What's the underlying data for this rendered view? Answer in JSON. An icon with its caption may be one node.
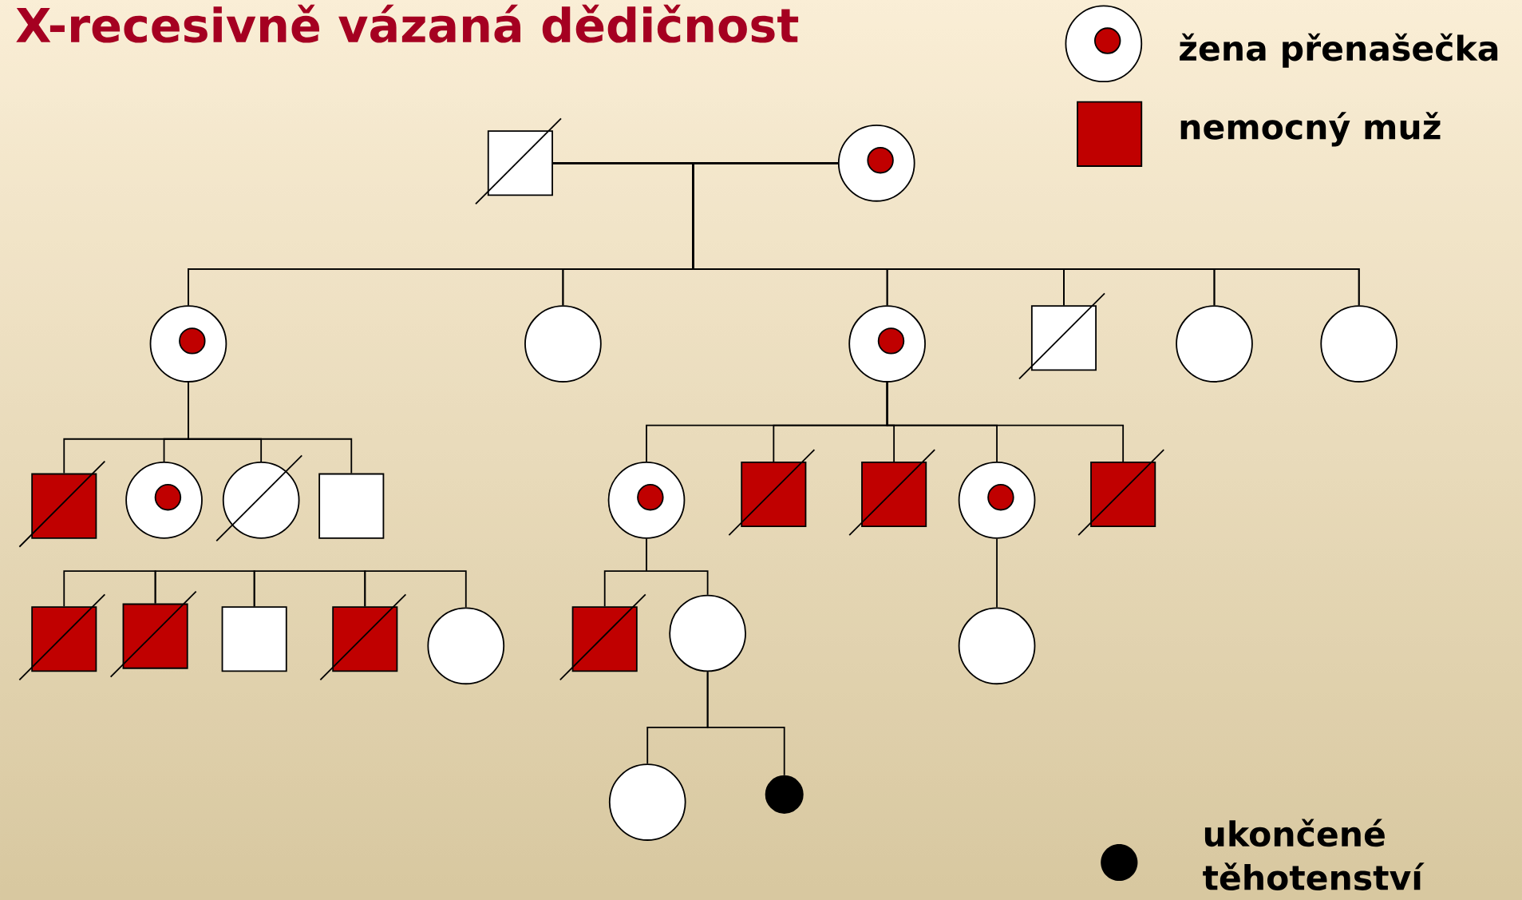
{
  "diagram": {
    "title": "X-recesivně vázaná dědičnost",
    "nodes": [
      {
        "text": [],
        "shape": "square"
      },
      {
        "text": [],
        "shape": "circle"
      },
      {
        "text": [],
        "shape": "circle"
      },
      {
        "text": [],
        "shape": "circle"
      },
      {
        "text": [],
        "shape": "circle"
      },
      {
        "text": [],
        "shape": "square"
      },
      {
        "text": [],
        "shape": "circle"
      },
      {
        "text": [],
        "shape": "circle"
      },
      {
        "text": [],
        "shape": "square"
      },
      {
        "text": [],
        "shape": "circle"
      },
      {
        "text": [],
        "shape": "circle"
      },
      {
        "text": [],
        "shape": "square"
      },
      {
        "text": [],
        "shape": "circle"
      },
      {
        "text": [],
        "shape": "square"
      },
      {
        "text": [],
        "shape": "square"
      },
      {
        "text": [],
        "shape": "circle"
      },
      {
        "text": [],
        "shape": "square"
      },
      {
        "text": [],
        "shape": "square"
      },
      {
        "text": [],
        "shape": "square"
      },
      {
        "text": [],
        "shape": "square"
      },
      {
        "text": [],
        "shape": "square"
      },
      {
        "text": [],
        "shape": "circle"
      },
      {
        "text": [],
        "shape": "square"
      },
      {
        "text": [],
        "shape": "circle"
      },
      {
        "text": [],
        "shape": "circle"
      },
      {
        "text": [],
        "shape": "circle"
      },
      {
        "text": [],
        "shape": "dot"
      }
    ],
    "edges": [
      {
        "from": 0,
        "to": 1,
        "arrow": "none"
      },
      {
        "from": 0,
        "to": 2,
        "arrow": "none"
      },
      {
        "from": 0,
        "to": 3,
        "arrow": "none"
      },
      {
        "from": 0,
        "to": 4,
        "arrow": "none"
      },
      {
        "from": 0,
        "to": 5,
        "arrow": "none"
      },
      {
        "from": 0,
        "to": 6,
        "arrow": "none"
      },
      {
        "from": 0,
        "to": 7,
        "arrow": "none"
      },
      {
        "from": 1,
        "to": 2,
        "arrow": "none"
      },
      {
        "from": 1,
        "to": 3,
        "arrow": "none"
      },
      {
        "from": 1,
        "to": 4,
        "arrow": "none"
      },
      {
        "from": 1,
        "to": 5,
        "arrow": "none"
      },
      {
        "from": 1,
        "to": 6,
        "arrow": "none"
      },
      {
        "from": 1,
        "to": 7,
        "arrow": "none"
      },
      {
        "from": 2,
        "to": 8,
        "arrow": "none"
      },
      {
        "from": 2,
        "to": 9,
        "arrow": "none"
      },
      {
        "from": 2,
        "to": 10,
        "arrow": "none"
      },
      {
        "from": 2,
        "to": 11,
        "arrow": "none"
      },
      {
        "from": 4,
        "to": 12,
        "arrow": "none"
      },
      {
        "from": 4,
        "to": 13,
        "arrow": "none"
      },
      {
        "from": 4,
        "to": 14,
        "arrow": "none"
      },
      {
        "from": 4,
        "to": 15,
        "arrow": "none"
      },
      {
        "from": 4,
        "to": 16,
        "arrow": "none"
      },
      {
        "from": 17,
        "to": 18,
        "arrow": "none"
      },
      {
        "from": 18,
        "to": 19,
        "arrow": "none"
      },
      {
        "from": 19,
        "to": 20,
        "arrow": "none"
      },
      {
        "from": 20,
        "to": 21,
        "arrow": "none"
      },
      {
        "from": 12,
        "to": 22,
        "arrow": "none"
      },
      {
        "from": 12,
        "to": 23,
        "arrow": "none"
      },
      {
        "from": 15,
        "to": 24,
        "arrow": "none"
      },
      {
        "from": 23,
        "to": 25,
        "arrow": "none"
      },
      {
        "from": 23,
        "to": 26,
        "arrow": "none"
      }
    ],
    "legend": [
      {
        "text": "žena přenašečka"
      },
      {
        "text": "nemocný muž",
        "color": "#c00000"
      },
      {
        "text": "ukončené těhotenství"
      }
    ]
  }
}
